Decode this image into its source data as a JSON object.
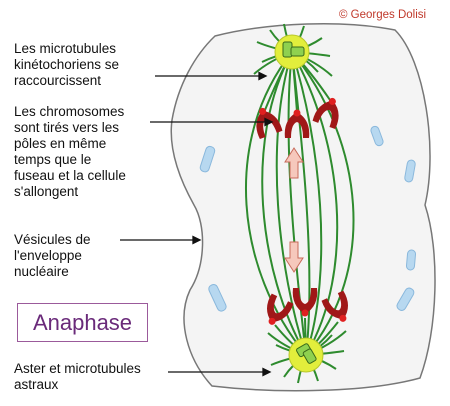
{
  "copyright": "© Georges Dolisi",
  "labels": {
    "kinetochore_microtubules": [
      "Les microtubules",
      "kinétochoriens se",
      "raccourcissent"
    ],
    "chromosomes_pulled": [
      "Les chromosomes",
      "sont tirés vers les",
      "pôles en même",
      "temps que le",
      "fuseau et la cellule",
      "s'allongent"
    ],
    "nuclear_envelope_vesicles": [
      "Vésicules de",
      "l'enveloppe",
      "nucléaire"
    ],
    "aster_microtubules": [
      "Aster et microtubules",
      "astraux"
    ]
  },
  "phase_title": "Anaphase",
  "colors": {
    "cell_fill": "#f4f4f4",
    "cell_outline": "#777777",
    "spindle": "#2e8b2e",
    "centrosome": "#e2ee3c",
    "centriole": "#8fd14f",
    "chromosome": "#a01818",
    "kinetochore": "#e02020",
    "vesicle": "#b7d8f0",
    "arrow": "#f6c8bc",
    "phase_title": "#6a2a7a"
  }
}
